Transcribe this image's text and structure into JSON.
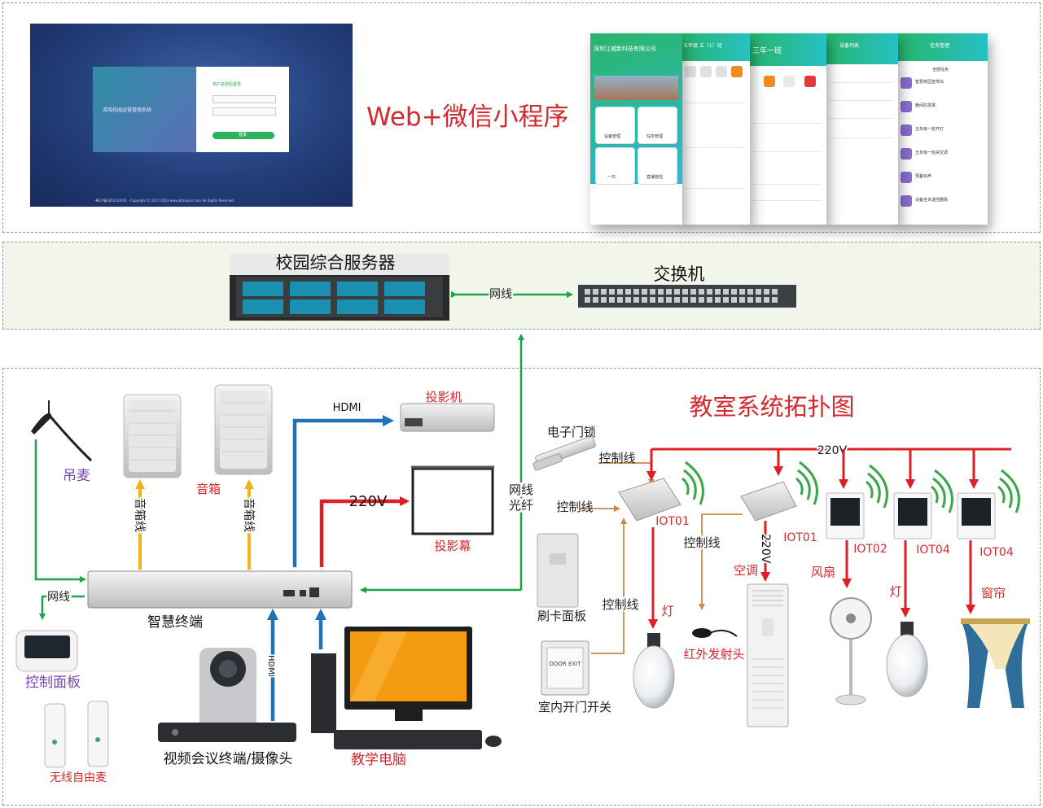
{
  "top_zone": {
    "title": "Web+微信小程序",
    "login_caption": "游戏校园运营管理系统",
    "login_panel_title": "用户名密码登录",
    "login_button": "登录",
    "login_footer": "粤ICP备18101430号 - Copyright © 2017-2018 www.bthaiyun.com All Rights Reserved",
    "phone1_header": "深圳江威新科技有限公司",
    "phone1_tiles": [
      "设备管理",
      "任务管理",
      "一日",
      "直播管控"
    ],
    "phone2_header": "五年级 五（1）班",
    "phone3_header": "三年一班",
    "phone4_header": "设备列表",
    "phone5_header": "任务管理",
    "phone5_tab": "全部任务",
    "phone5_items": [
      "智慧校园宣传出",
      "晚间的发展",
      "五年级一班开灯",
      "五年级一班关空调",
      "预备铃声",
      "设备全关退控删除"
    ]
  },
  "mid_zone": {
    "server_label": "校园综合服务器",
    "switch_label": "交换机",
    "link_label": "网线"
  },
  "bottom_zone": {
    "title": "教室系统拓扑图",
    "mic_label": "吊麦",
    "speaker_label": "音箱",
    "speaker_cable_1": "音箱线",
    "speaker_cable_2": "音箱线",
    "hdmi_label": "HDMI",
    "projector_label": "投影机",
    "power_220_label": "220V",
    "screen_label": "投影幕",
    "uplink_label_1": "网线",
    "uplink_label_2": "光纤",
    "terminal_label": "智慧终端",
    "terminal_net_label": "网线",
    "control_panel_label": "控制面板",
    "wireless_mic_label": "无线自由麦",
    "camera_label": "视频会议终端/摄像头",
    "camera_hdmi_label": "HDMI",
    "pc_label": "教学电脑",
    "door_lock_label": "电子门锁",
    "control_line_1": "控制线",
    "control_line_2": "控制线",
    "control_line_3": "控制线",
    "control_line_4": "控制线",
    "card_panel_label": "刷卡面板",
    "door_switch_label": "室内开门开关",
    "door_switch_text": "DOOR EXIT",
    "bus_220_label": "220V",
    "iot_1": "IOT01",
    "iot_2": "IOT01",
    "iot_3": "IOT02",
    "iot_4": "IOT04",
    "iot_5": "IOT04",
    "ac_220_label": "220V",
    "light_1_label": "灯",
    "ir_label": "红外发射头",
    "ac_label": "空调",
    "fan_label": "风扇",
    "light_2_label": "灯",
    "curtain_label": "窗帘"
  },
  "colors": {
    "network_green": "#1aa54a",
    "power_red": "#e01e25",
    "hdmi_blue": "#1f72b8",
    "audio_yellow": "#f2b21c",
    "control_orange": "#c98a4a"
  }
}
